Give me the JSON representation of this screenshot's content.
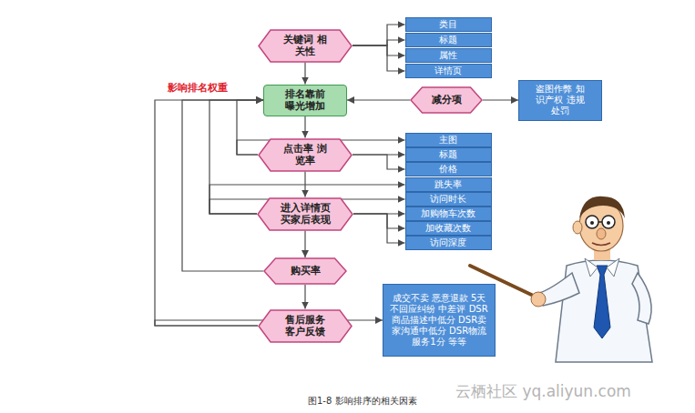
{
  "diagram": {
    "caption": "图1-8 影响排序的相关因素",
    "nodes": [
      {
        "text": [
          "关键词 相关性"
        ]
      },
      {
        "text": [
          "类目"
        ]
      },
      {
        "text": [
          "标题"
        ]
      },
      {
        "text": [
          "属性"
        ]
      },
      {
        "text": [
          "详情页"
        ]
      },
      {
        "text": [
          "排名靠前 曝光增加"
        ]
      },
      {
        "text": [
          "减分项"
        ]
      },
      {
        "text": [
          "盗图作弊 知识产权 违规处罚"
        ]
      },
      {
        "text": [
          "点击率 浏览率"
        ]
      },
      {
        "text": [
          "主图"
        ]
      },
      {
        "text": [
          "标题"
        ]
      },
      {
        "text": [
          "价格"
        ]
      },
      {
        "text": [
          "进入详情页 买家后表现"
        ]
      },
      {
        "text": [
          "跳失率"
        ]
      },
      {
        "text": [
          "访问时长"
        ]
      },
      {
        "text": [
          "加购物车次数"
        ]
      },
      {
        "text": [
          "加收藏次数"
        ]
      },
      {
        "text": [
          "访问深度"
        ]
      },
      {
        "text": [
          "购买率"
        ]
      },
      {
        "text": [
          "售后服务 客户反馈"
        ]
      },
      {
        "text": [
          "成交不卖 恶意退款 5天不回应纠纷 中差评 DSR商品描述中低分 DSR卖家沟通中低分 DSR物流服务1分 等等"
        ]
      }
    ],
    "edges": [
      {
        "from": 0,
        "to": 1,
        "arrow": "to"
      },
      {
        "from": 0,
        "to": 2,
        "arrow": "to"
      },
      {
        "from": 0,
        "to": 3,
        "arrow": "to"
      },
      {
        "from": 0,
        "to": 4,
        "arrow": "to"
      },
      {
        "from": 0,
        "to": 5,
        "arrow": "to"
      },
      {
        "from": 6,
        "to": 5,
        "arrow": "to"
      },
      {
        "from": 6,
        "to": 7,
        "arrow": "to"
      },
      {
        "from": 5,
        "to": 8,
        "arrow": "to"
      },
      {
        "from": 8,
        "to": 9,
        "arrow": "to"
      },
      {
        "from": 8,
        "to": 10,
        "arrow": "to"
      },
      {
        "from": 8,
        "to": 11,
        "arrow": "to"
      },
      {
        "from": 8,
        "to": 12,
        "arrow": "to"
      },
      {
        "from": 12,
        "to": 13,
        "arrow": "to"
      },
      {
        "from": 12,
        "to": 14,
        "arrow": "to"
      },
      {
        "from": 12,
        "to": 15,
        "arrow": "to"
      },
      {
        "from": 12,
        "to": 16,
        "arrow": "to"
      },
      {
        "from": 12,
        "to": 17,
        "arrow": "to"
      },
      {
        "from": 12,
        "to": 18,
        "arrow": "to"
      },
      {
        "from": 18,
        "to": 19,
        "arrow": "to"
      },
      {
        "from": 19,
        "to": 20,
        "arrow": "to"
      },
      {
        "from": 8,
        "to": 5,
        "arrow": "to"
      },
      {
        "from": 12,
        "to": 5,
        "arrow": "to"
      },
      {
        "from": 18,
        "to": 5,
        "arrow": "to"
      },
      {
        "from": 19,
        "to": 5,
        "arrow": "to"
      }
    ],
    "labels": [
      "影响排名权重",
      "云栖社区 yq.aliyun.com"
    ]
  }
}
